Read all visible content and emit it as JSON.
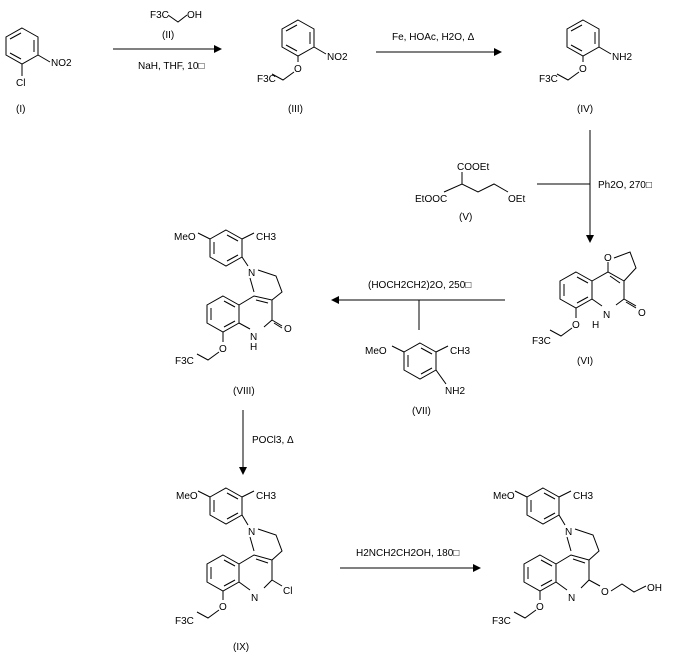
{
  "compounds": {
    "I": {
      "label": "(I)",
      "substituents": [
        "NO2",
        "Cl"
      ]
    },
    "II": {
      "label": "(II)",
      "groups": [
        "F3C",
        "OH"
      ]
    },
    "III": {
      "label": "(III)",
      "groups": [
        "NO2",
        "F3C",
        "O"
      ]
    },
    "IV": {
      "label": "(IV)",
      "groups": [
        "NH2",
        "F3C",
        "O"
      ]
    },
    "V": {
      "label": "(V)",
      "groups": [
        "COOEt",
        "EtOOC",
        "OEt"
      ]
    },
    "VI": {
      "label": "(VI)",
      "groups": [
        "F3C",
        "O",
        "N",
        "H",
        "O",
        "O"
      ]
    },
    "VII": {
      "label": "(VII)",
      "groups": [
        "MeO",
        "CH3",
        "NH2"
      ]
    },
    "VIII": {
      "label": "(VIII)",
      "groups": [
        "MeO",
        "CH3",
        "N",
        "N",
        "H",
        "O",
        "F3C",
        "O"
      ]
    },
    "IX": {
      "label": "(IX)",
      "groups": [
        "MeO",
        "CH3",
        "N",
        "N",
        "Cl",
        "F3C",
        "O"
      ]
    },
    "X": {
      "groups": [
        "MeO",
        "CH3",
        "N",
        "N",
        "O",
        "OH",
        "F3C",
        "O"
      ]
    }
  },
  "conditions": {
    "step1_top": "(II)",
    "step1_bottom": "NaH, THF, 10□",
    "step2_top": "Fe, HOAc, H2O, Δ",
    "step3_side": "Ph2O, 270□",
    "step4_top": "(HOCH2CH2)2O, 250□",
    "step5_side": "POCl3, Δ",
    "step6_top": "H2NCH2CH2OH, 180□"
  },
  "colors": {
    "ink": "#000000",
    "background": "#ffffff"
  }
}
